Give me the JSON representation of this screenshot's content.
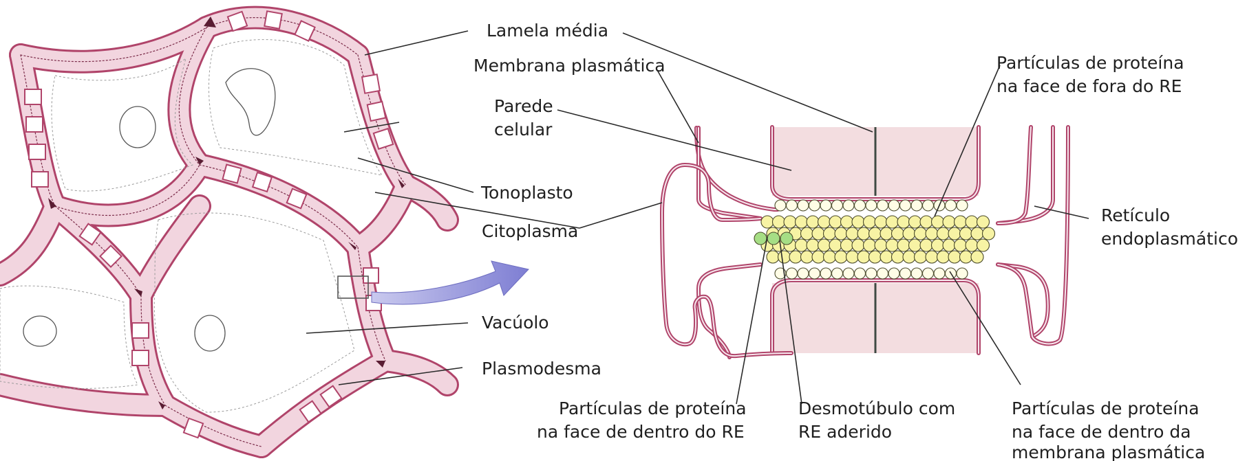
{
  "labels": {
    "lamela_media": "Lamela média",
    "membrana_plasmatica": "Membrana plasmática",
    "parede_celular_1": "Parede",
    "parede_celular_2": "celular",
    "tonoplasto": "Tonoplasto",
    "citoplasma": "Citoplasma",
    "vacuolo": "Vacúolo",
    "plasmodesma": "Plasmodesma",
    "particulas_fora_re_1": "Partículas de proteína",
    "particulas_fora_re_2": "na face de fora do RE",
    "reticulo_1": "Retículo",
    "reticulo_2": "endoplasmático",
    "particulas_dentro_re_1": "Partículas de proteína",
    "particulas_dentro_re_2": "na face de dentro do RE",
    "desmotubulo_1": "Desmotúbulo com",
    "desmotubulo_2": "RE aderido",
    "particulas_dentro_membrana_1": "Partículas de proteína",
    "particulas_dentro_membrana_2": "na face de dentro da",
    "particulas_dentro_membrana_3": "membrana plasmática"
  },
  "colors": {
    "wall_fill": "#f2d5df",
    "wall_stroke": "#b0446a",
    "wall_dark": "#5a1d33",
    "cell_wall_block": "#f3dde0",
    "protein_yellow": "#f7f3a4",
    "protein_green": "#a6de85",
    "arrow": "#8b8ad8"
  }
}
